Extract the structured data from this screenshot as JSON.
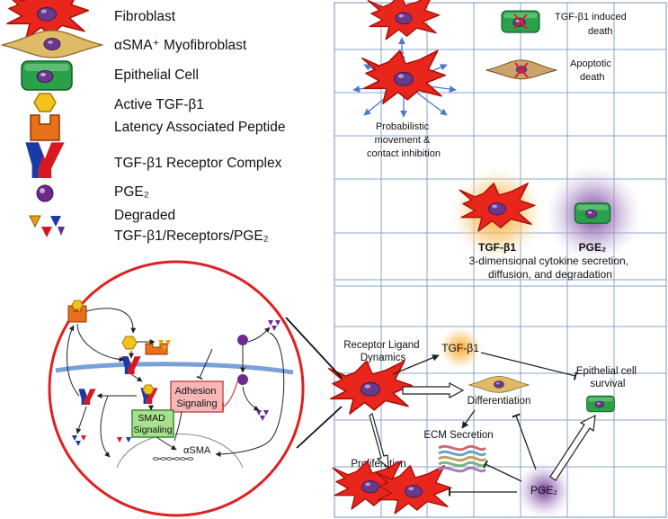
{
  "legend": {
    "fibroblast": "Fibroblast",
    "myofibroblast": "αSMA⁺ Myofibroblast",
    "epithelial": "Epithelial Cell",
    "active_tgf": "Active TGF-β1",
    "lap": "Latency Associated Peptide",
    "receptor": "TGF-β1 Receptor Complex",
    "pge2": "PGE₂",
    "degraded_1": "Degraded",
    "degraded_2": "TGF-β1/Receptors/PGE₂"
  },
  "grid_panel": {
    "tgf_death": "TGF-β1 induced",
    "tgf_death_2": "death",
    "apoptotic": "Apoptotic",
    "apoptotic_2": "death",
    "movement_1": "Probabilistic",
    "movement_2": "movement  &",
    "movement_3": "contact inhibition",
    "tgf_label": "TGF-β1",
    "pge2_label": "PGE₂",
    "secretion_1": "3-dimensional cytokine secretion,",
    "secretion_2": "diffusion, and degradation"
  },
  "network": {
    "receptor_ligand_1": "Receptor Ligand",
    "receptor_ligand_2": "Dynamics",
    "tgf": "TGF-β1",
    "epithelial_1": "Epithelial cell",
    "epithelial_2": "survival",
    "differentiation": "Differentiation",
    "ecm": "ECM Secretion",
    "proliferation": "Proliferation",
    "pge2": "PGE₂"
  },
  "signaling": {
    "adhesion_1": "Adhesion",
    "adhesion_2": "Signaling",
    "smad_1": "SMAD",
    "smad_2": "Signaling",
    "asma": "αSMA"
  },
  "colors": {
    "fibroblast_red": "#e8261c",
    "fibroblast_dark": "#a81008",
    "nucleus": "#6a3a8a",
    "myo_tan": "#e0bb67",
    "epithelial_green": "#2aa148",
    "tgf_yellow": "#f4c21a",
    "lap_orange": "#e8701a",
    "receptor_blue": "#1a3aa8",
    "receptor_red": "#d81820",
    "pge2_purple": "#6b2a8c",
    "grid_blue": "#8aa5cf",
    "circle_red": "#e02020"
  }
}
